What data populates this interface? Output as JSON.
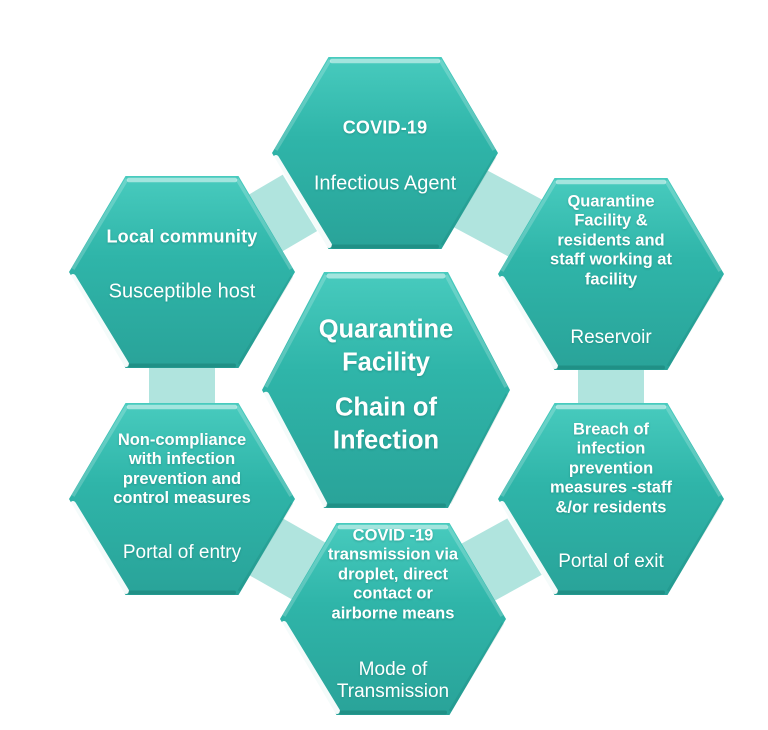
{
  "diagram": {
    "title": "Quarantine Facility Chain of Infection",
    "center": {
      "title_top": "Quarantine\nFacility",
      "title_bottom": "Chain of\nInfection"
    },
    "nodes": {
      "top": {
        "header": "COVID-19",
        "role": "Infectious Agent"
      },
      "top_right": {
        "header": "Quarantine\nFacility &\nresidents and\nstaff working at\nfacility",
        "role": "Reservoir"
      },
      "bottom_right": {
        "header": "Breach of\ninfection\nprevention\nmeasures -staff\n&/or residents",
        "role": "Portal of exit"
      },
      "bottom": {
        "header": "COVID -19\ntransmission via\ndroplet, direct\ncontact or\nairborne means",
        "role": "Mode of\nTransmission"
      },
      "bottom_left": {
        "header": "Non-compliance\nwith infection\nprevention and\ncontrol measures",
        "role": "Portal of entry"
      },
      "top_left": {
        "header": "Local community",
        "role": "Susceptible host"
      }
    },
    "colors": {
      "hexagon_gradient_top": "#48cbbe",
      "hexagon_gradient_bottom": "#29a399",
      "connector_band": "#ace3dc",
      "bevel_highlight": "#ffffff",
      "text": "#ffffff",
      "background": "#ffffff"
    }
  }
}
